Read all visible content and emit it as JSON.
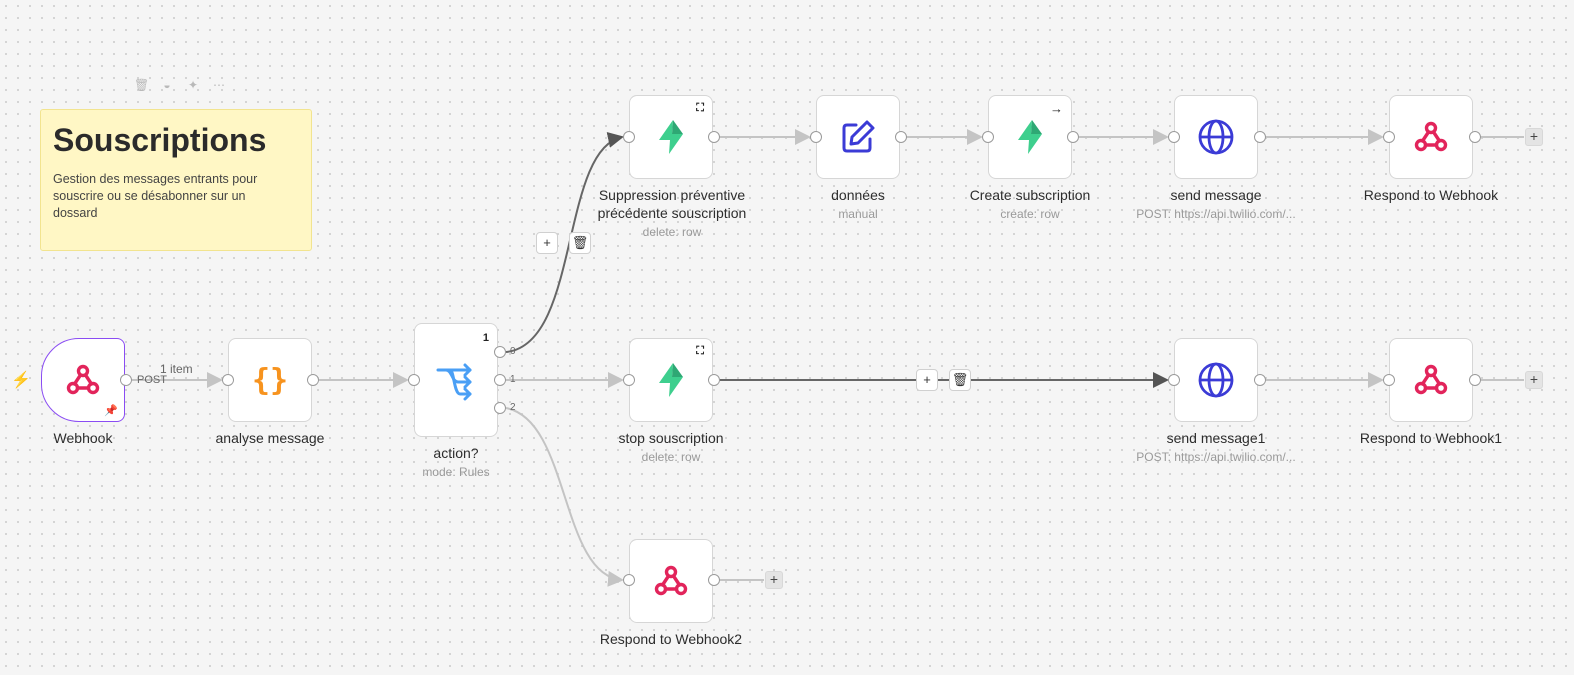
{
  "sticky": {
    "title": "Souscriptions",
    "text": "Gestion des messages entrants pour souscrire ou se désabonner sur un dossard"
  },
  "nodes": {
    "webhook": {
      "label": "Webhook",
      "method": "POST",
      "items": "1 item"
    },
    "analyse": {
      "label": "analyse message"
    },
    "action": {
      "label": "action?",
      "sub": "mode: Rules",
      "badge": "1",
      "outputs": [
        "0",
        "1",
        "2"
      ]
    },
    "suppression": {
      "label_line1": "Suppression préventive",
      "label_line2": "précédente souscription",
      "sub": "delete: row"
    },
    "donnees": {
      "label": "données",
      "sub": "manual"
    },
    "create": {
      "label": "Create subscription",
      "sub": "create: row"
    },
    "send": {
      "label": "send message",
      "sub": "POST: https://api.twilio.com/..."
    },
    "respond": {
      "label": "Respond to Webhook"
    },
    "stop": {
      "label": "stop souscription",
      "sub": "delete: row"
    },
    "send1": {
      "label": "send message1",
      "sub": "POST: https://api.twilio.com/..."
    },
    "respond1": {
      "label": "Respond to Webhook1"
    },
    "respond2": {
      "label": "Respond to Webhook2"
    }
  },
  "buttons": {
    "plus": "+"
  },
  "icons": {
    "trigger": "lightning-icon",
    "webhook": "webhook-icon",
    "code": "curly-braces-icon",
    "switch": "switch-icon",
    "supabase": "supabase-icon",
    "edit": "pencil-square-icon",
    "http": "globe-icon",
    "delete": "trash-icon",
    "pin": "pin-icon"
  },
  "colors": {
    "webhook": "#e2245b",
    "code": "#f7931e",
    "switch": "#4a9ff5",
    "supabase": "#3ecf8e",
    "edit": "#3b3bd6",
    "http": "#3b3bd6",
    "trigger": "#8a4cf3"
  }
}
